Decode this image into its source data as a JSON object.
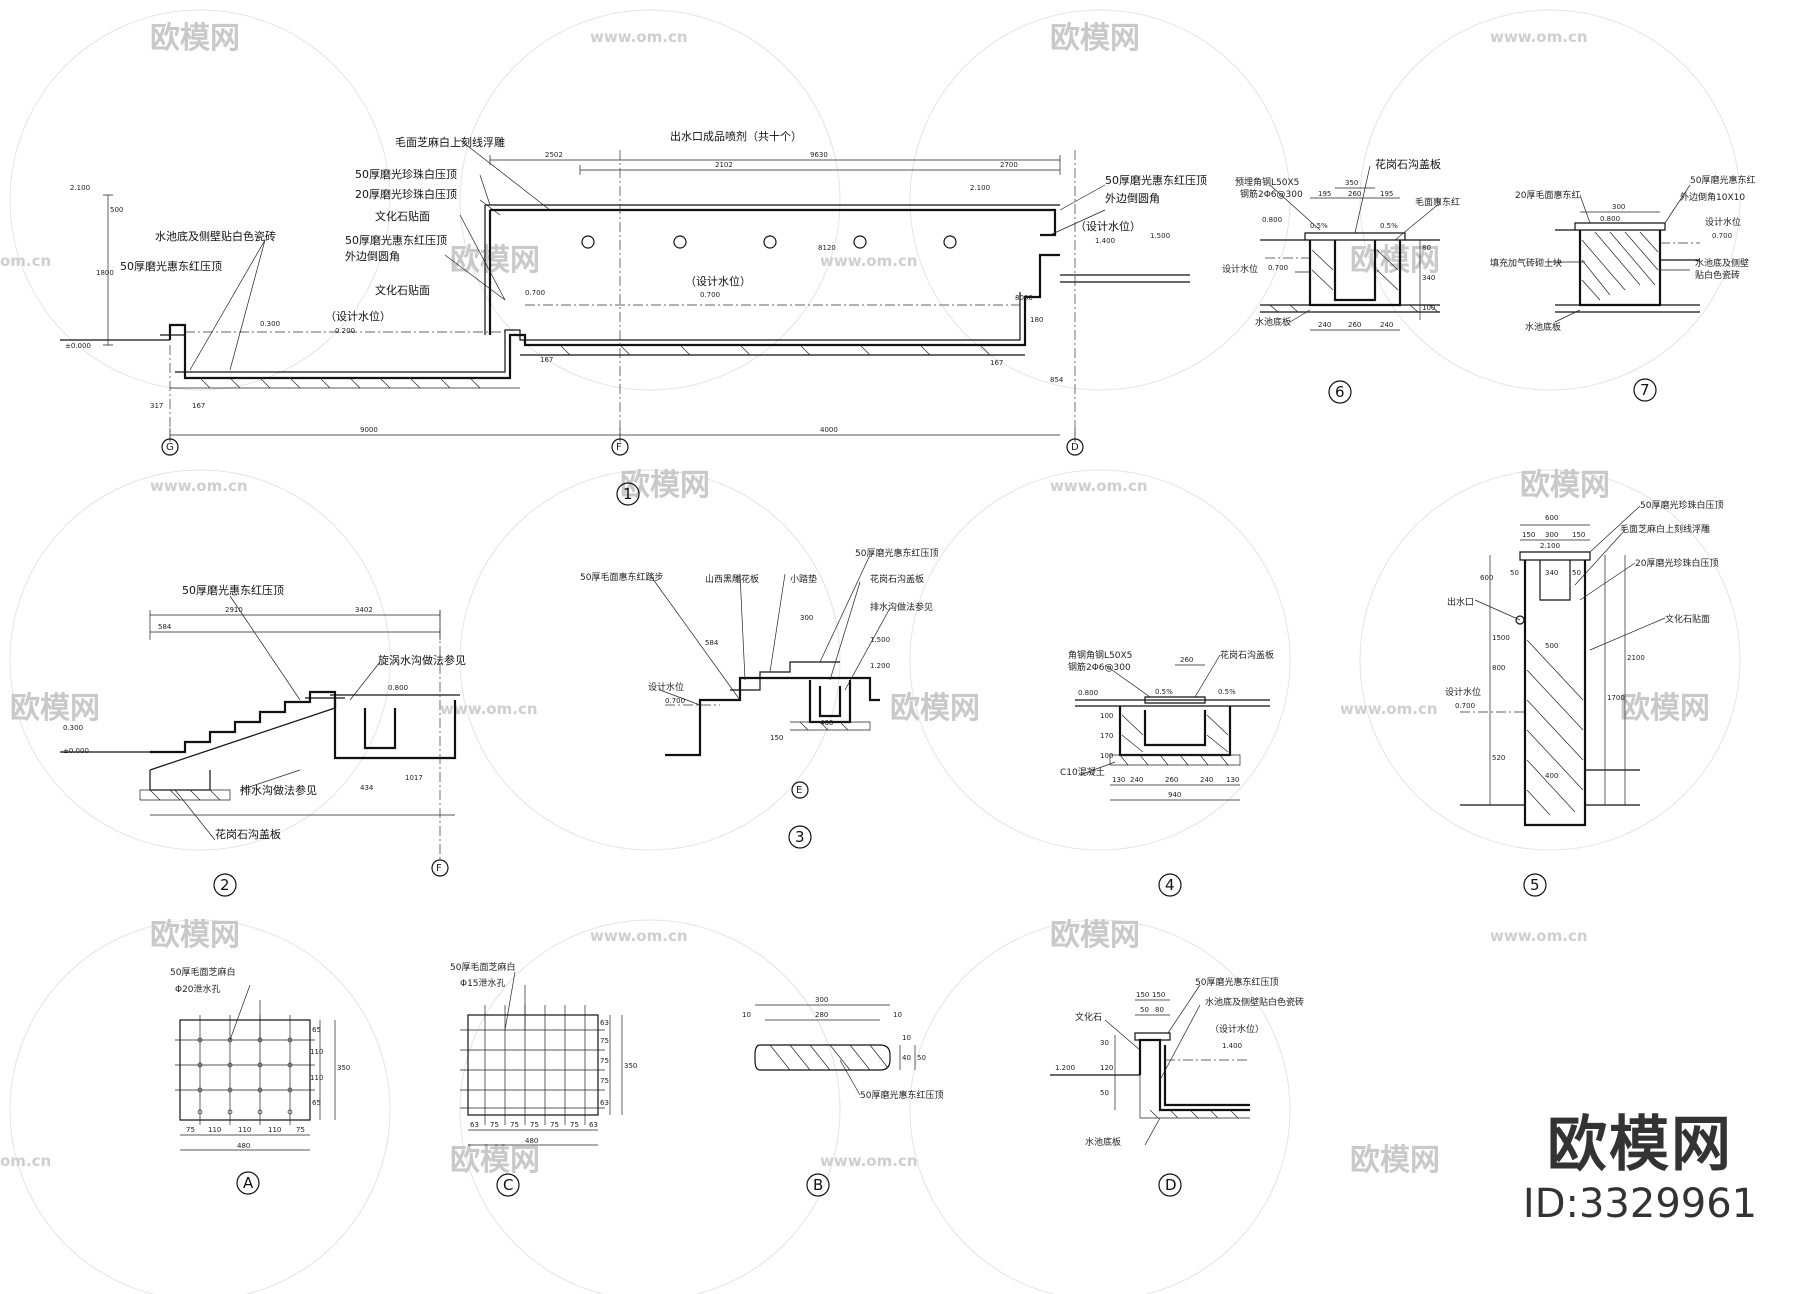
{
  "watermark": {
    "brand": "欧模网",
    "url": "www.om.cn",
    "partial_url": "om.cn"
  },
  "brand_block": {
    "title": "欧模网",
    "id_text": "ID:3329961"
  },
  "details": {
    "d1": {
      "bubble": "1",
      "axes": [
        "G",
        "F",
        "D"
      ],
      "labels": [
        "毛面芝麻白上刻线浮雕",
        "出水口成品喷剂（共十个）",
        "50厚磨光珍珠白压顶",
        "20厚磨光珍珠白压顶",
        "文化石贴面",
        "50厚磨光惠东红压顶",
        "外边倒圆角",
        "水池底及侧壁贴白色瓷砖",
        "50厚磨光惠东红压顶",
        "文化石贴面",
        "（设计水位）",
        "（设计水位）",
        "50厚磨光惠东红压顶",
        "外边倒圆角",
        "（设计水位）"
      ],
      "levels": [
        "2.100",
        "±0.000",
        "0.300",
        "0.200",
        "0.700",
        "0.700",
        "2.100",
        "1.400",
        "1.500"
      ],
      "dims": [
        "500",
        "1800",
        "167",
        "317",
        "167",
        "9000",
        "4000",
        "2502",
        "9630",
        "2700",
        "2102",
        "8120",
        "8000",
        "180",
        "854",
        "167"
      ]
    },
    "d2": {
      "bubble": "2",
      "axis": "F",
      "labels": [
        "50厚磨光惠东红压顶",
        "旋涡水沟做法参见",
        "排水沟做法参见",
        "花岗石沟盖板"
      ],
      "levels": [
        "0.300",
        "±0.000",
        "0.800"
      ],
      "dims": [
        "584",
        "2910",
        "3402",
        "434",
        "1017"
      ]
    },
    "d3": {
      "bubble": "3",
      "axis": "E",
      "labels": [
        "50厚毛面惠东红踏步",
        "山西黑雕花板",
        "小踏垫",
        "50厚磨光惠东红压顶",
        "花岗石沟盖板",
        "排水沟做法参见",
        "设计水位"
      ],
      "levels": [
        "1.500",
        "1.200",
        "0.700"
      ],
      "dims": [
        "584",
        "300",
        "400",
        "150"
      ]
    },
    "d4": {
      "bubble": "4",
      "labels": [
        "角钢角钢L50X5",
        "钢筋2Φ6@300",
        "花岗石沟盖板",
        "C10混凝土"
      ],
      "levels": [
        "0.800"
      ],
      "slopes": [
        "0.5%",
        "0.5%"
      ],
      "dims": [
        "260",
        "130",
        "240",
        "260",
        "240",
        "130",
        "940",
        "100",
        "170",
        "100"
      ]
    },
    "d5": {
      "bubble": "5",
      "labels": [
        "50厚磨光珍珠白压顶",
        "毛面芝麻白上刻线浮雕",
        "20厚磨光珍珠白压顶",
        "出水口",
        "文化石贴面",
        "设计水位"
      ],
      "levels": [
        "2.100",
        "0.700"
      ],
      "dims": [
        "600",
        "150",
        "300",
        "150",
        "50",
        "340",
        "50",
        "600",
        "1500",
        "800",
        "500",
        "1700",
        "2100",
        "400",
        "520"
      ]
    },
    "d6": {
      "bubble": "6",
      "labels": [
        "花岗石沟盖板",
        "预埋角钢L50X5",
        "钢筋2Φ6@300",
        "毛面惠东红",
        "设计水位",
        "水池底板"
      ],
      "levels": [
        "0.800",
        "0.700"
      ],
      "slopes": [
        "0.5%",
        "0.5%"
      ],
      "dims": [
        "350",
        "195",
        "260",
        "195",
        "240",
        "260",
        "240",
        "80",
        "340",
        "100"
      ]
    },
    "d7": {
      "bubble": "7",
      "labels": [
        "50厚磨光惠东红",
        "外边倒角10X10",
        "20厚毛面惠东红",
        "设计水位",
        "填充加气砖砌上块",
        "水池底及侧壁",
        "贴白色瓷砖",
        "水池底板"
      ],
      "levels": [
        "0.800",
        "0.700"
      ],
      "dims": [
        "300"
      ]
    },
    "dA": {
      "bubble": "A",
      "labels": [
        "50厚毛面芝麻白",
        "Φ20泄水孔"
      ],
      "dims": [
        "75",
        "110",
        "110",
        "110",
        "75",
        "480",
        "65",
        "110",
        "110",
        "65",
        "350"
      ]
    },
    "dC": {
      "bubble": "C",
      "labels": [
        "50厚毛面芝麻白",
        "Φ15泄水孔"
      ],
      "dims": [
        "63",
        "75",
        "75",
        "75",
        "75",
        "75",
        "63",
        "480",
        "63",
        "75",
        "75",
        "75",
        "63",
        "350"
      ]
    },
    "dB": {
      "bubble": "B",
      "labels": [
        "50厚磨光惠东红压顶"
      ],
      "dims": [
        "300",
        "280",
        "10",
        "10",
        "10",
        "40",
        "50"
      ]
    },
    "dD": {
      "bubble": "D",
      "labels": [
        "50厚磨光惠东红压顶",
        "文化石",
        "水池底及侧壁贴白色瓷砖",
        "（设计水位）",
        "水池底板"
      ],
      "levels": [
        "1.200",
        "1.400"
      ],
      "dims": [
        "150",
        "150",
        "50",
        "80",
        "30",
        "120",
        "50"
      ]
    }
  }
}
